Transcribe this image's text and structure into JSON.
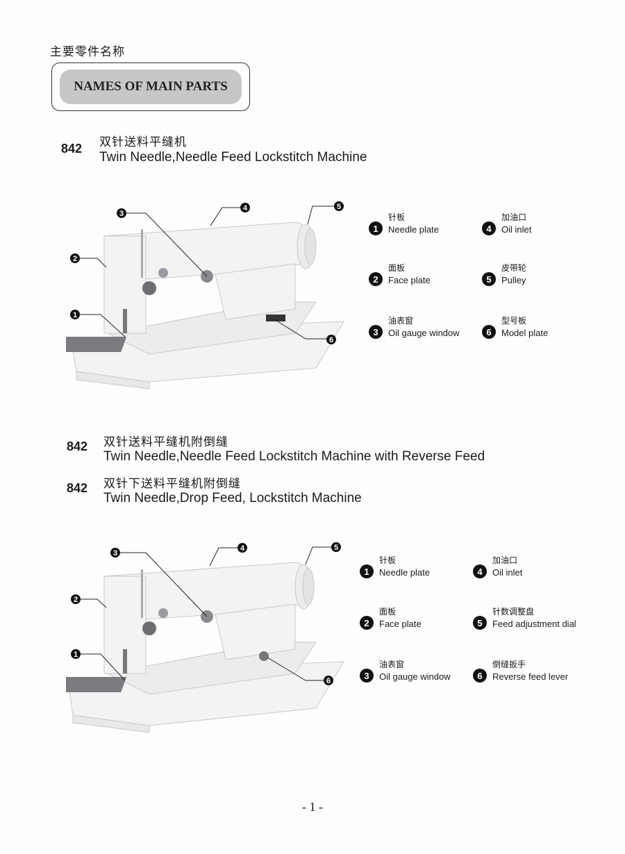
{
  "page": {
    "heading_cn": "主要零件名称",
    "heading_en": "NAMES OF MAIN PARTS",
    "page_number": "- 1 -"
  },
  "section1": {
    "code": "842",
    "title_cn": "双针送料平缝机",
    "title_en": "Twin Needle,Needle Feed Lockstitch Machine",
    "parts": [
      {
        "num": "1",
        "cn": "针板",
        "en": "Needle plate"
      },
      {
        "num": "2",
        "cn": "面板",
        "en": "Face plate"
      },
      {
        "num": "3",
        "cn": "油表窗",
        "en": "Oil gauge window"
      },
      {
        "num": "4",
        "cn": "加油口",
        "en": "Oil inlet"
      },
      {
        "num": "5",
        "cn": "皮带轮",
        "en": "Pulley"
      },
      {
        "num": "6",
        "cn": "型号板",
        "en": "Model plate"
      }
    ]
  },
  "section2": {
    "models": [
      {
        "code": "842",
        "title_cn": "双针送料平缝机附倒缝",
        "title_en": "Twin Needle,Needle Feed Lockstitch Machine with Reverse Feed"
      },
      {
        "code": "842",
        "title_cn": "双针下送料平缝机附倒缝",
        "title_en": "Twin Needle,Drop Feed, Lockstitch Machine"
      }
    ],
    "parts": [
      {
        "num": "1",
        "cn": "针板",
        "en": "Needle plate"
      },
      {
        "num": "2",
        "cn": "面板",
        "en": "Face plate"
      },
      {
        "num": "3",
        "cn": "油表窗",
        "en": "Oil gauge window"
      },
      {
        "num": "4",
        "cn": "加油口",
        "en": "Oil inlet"
      },
      {
        "num": "5",
        "cn": "针数调整盘",
        "en": "Feed adjustment dial"
      },
      {
        "num": "6",
        "cn": "倒缝扳手",
        "en": "Reverse feed lever"
      }
    ]
  }
}
